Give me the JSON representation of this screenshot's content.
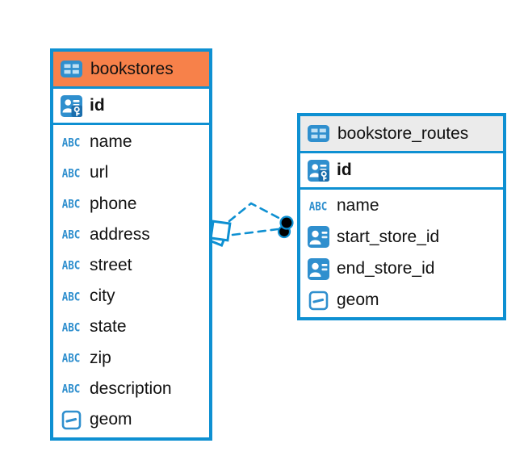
{
  "diagram": {
    "type": "database-er-diagram",
    "tables": [
      {
        "key": "bookstores",
        "title": "bookstores",
        "header_color": "#F7814A",
        "columns": [
          {
            "name": "id",
            "icon": "primary-key",
            "pk": true
          },
          {
            "name": "name",
            "icon": "text"
          },
          {
            "name": "url",
            "icon": "text"
          },
          {
            "name": "phone",
            "icon": "text"
          },
          {
            "name": "address",
            "icon": "text"
          },
          {
            "name": "street",
            "icon": "text"
          },
          {
            "name": "city",
            "icon": "text"
          },
          {
            "name": "state",
            "icon": "text"
          },
          {
            "name": "zip",
            "icon": "text"
          },
          {
            "name": "description",
            "icon": "text"
          },
          {
            "name": "geom",
            "icon": "geometry"
          }
        ]
      },
      {
        "key": "bookstore_routes",
        "title": "bookstore_routes",
        "header_color": "#EBEBEB",
        "columns": [
          {
            "name": "id",
            "icon": "primary-key",
            "pk": true
          },
          {
            "name": "name",
            "icon": "text"
          },
          {
            "name": "start_store_id",
            "icon": "foreign-key"
          },
          {
            "name": "end_store_id",
            "icon": "foreign-key"
          },
          {
            "name": "geom",
            "icon": "geometry"
          }
        ]
      }
    ],
    "relationship": {
      "from_table": "bookstore_routes",
      "to_table": "bookstores",
      "line_style": "dashed",
      "line_count": 2
    },
    "colors": {
      "accent_blue": "#0E90D2",
      "icon_blue": "#2F8FCE",
      "bookstores_header": "#F7814A",
      "routes_header": "#EBEBEB"
    }
  }
}
